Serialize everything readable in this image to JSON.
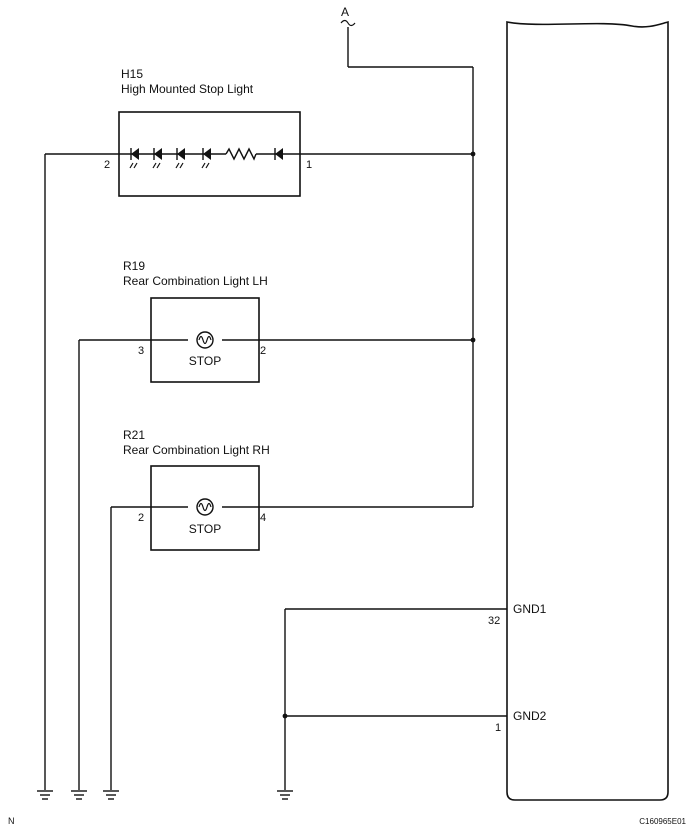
{
  "connector_a": "A",
  "components": {
    "h15": {
      "id": "H15",
      "name": "High Mounted Stop Light",
      "pin_left": "2",
      "pin_right": "1"
    },
    "r19": {
      "id": "R19",
      "name": "Rear Combination Light LH",
      "pin_left": "3",
      "pin_right": "2",
      "lamp_label": "STOP"
    },
    "r21": {
      "id": "R21",
      "name": "Rear Combination Light RH",
      "pin_left": "2",
      "pin_right": "4",
      "lamp_label": "STOP"
    }
  },
  "ecu": {
    "gnd1": {
      "label": "GND1",
      "pin": "32"
    },
    "gnd2": {
      "label": "GND2",
      "pin": "1"
    }
  },
  "footer": {
    "left": "N",
    "right": "C160965E01"
  }
}
